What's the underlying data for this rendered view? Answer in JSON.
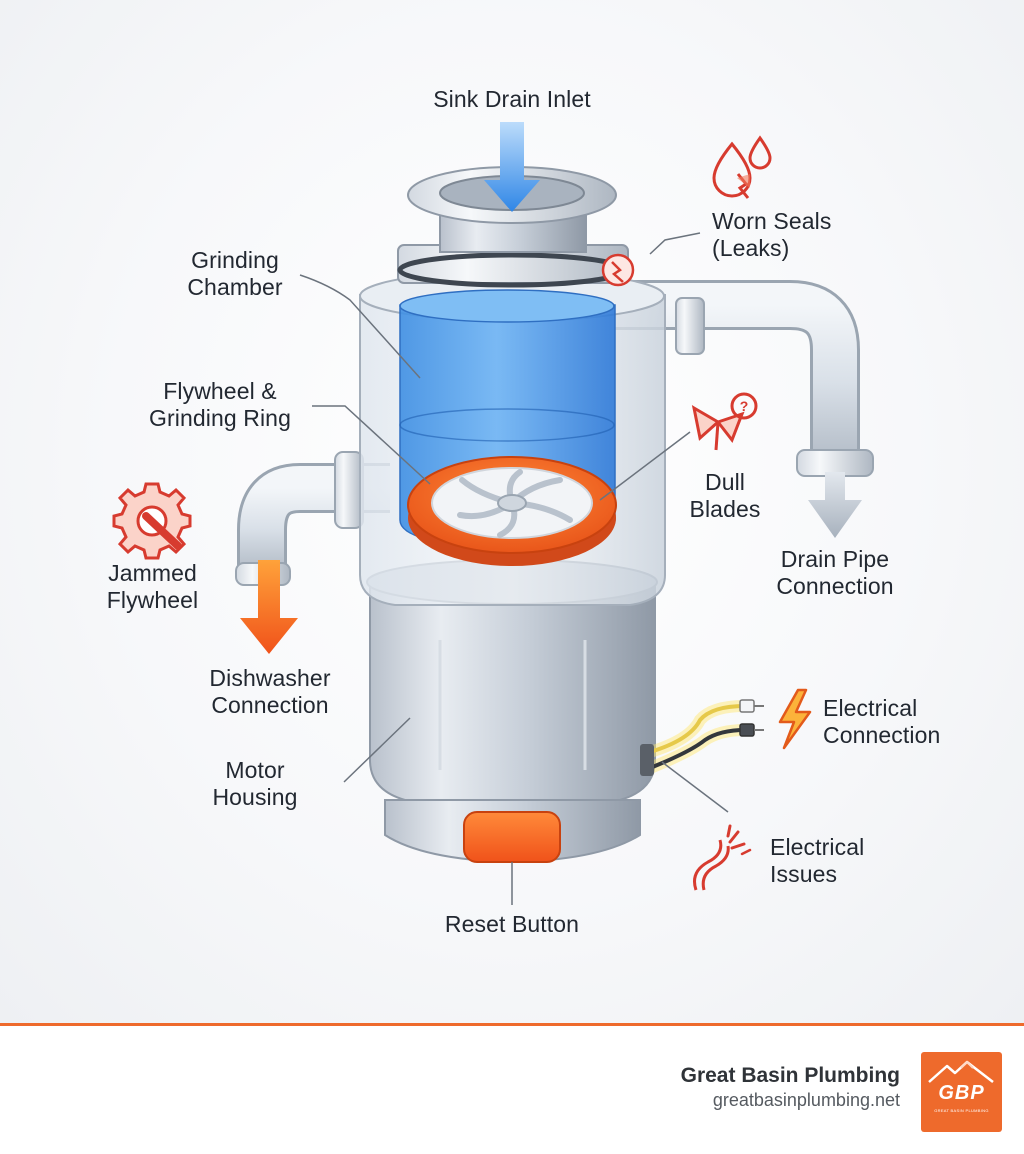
{
  "labels": {
    "sink_drain_inlet": "Sink Drain Inlet",
    "worn_seals": "Worn Seals\n(Leaks)",
    "grinding_chamber": "Grinding\nChamber",
    "flywheel_ring": "Flywheel &\nGrinding Ring",
    "dull_blades": "Dull\nBlades",
    "drain_pipe": "Drain Pipe\nConnection",
    "jammed_flywheel": "Jammed\nFlywheel",
    "dishwasher": "Dishwasher\nConnection",
    "electrical_connection": "Electrical\nConnection",
    "motor_housing": "Motor\nHousing",
    "electrical_issues": "Electrical\nIssues",
    "reset_button": "Reset Button"
  },
  "footer": {
    "brand_name": "Great Basin Plumbing",
    "brand_url": "greatbasinplumbing.net",
    "logo_text": "GBP",
    "logo_subtext": "GREAT BASIN PLUMBING"
  },
  "colors": {
    "accent_orange": "#ee6a2c",
    "water_blue": "#4a9be8",
    "flywheel_orange": "#f26a21",
    "problem_red": "#d73b2f",
    "text_dark": "#222831"
  },
  "icons": {
    "worn_seals": "water-drop-leak-icon",
    "dull_blades": "broken-blade-question-icon",
    "jammed_flywheel": "gear-wrench-icon",
    "electrical_connection": "lightning-bolt-icon",
    "electrical_issues": "frayed-wire-spark-icon"
  }
}
